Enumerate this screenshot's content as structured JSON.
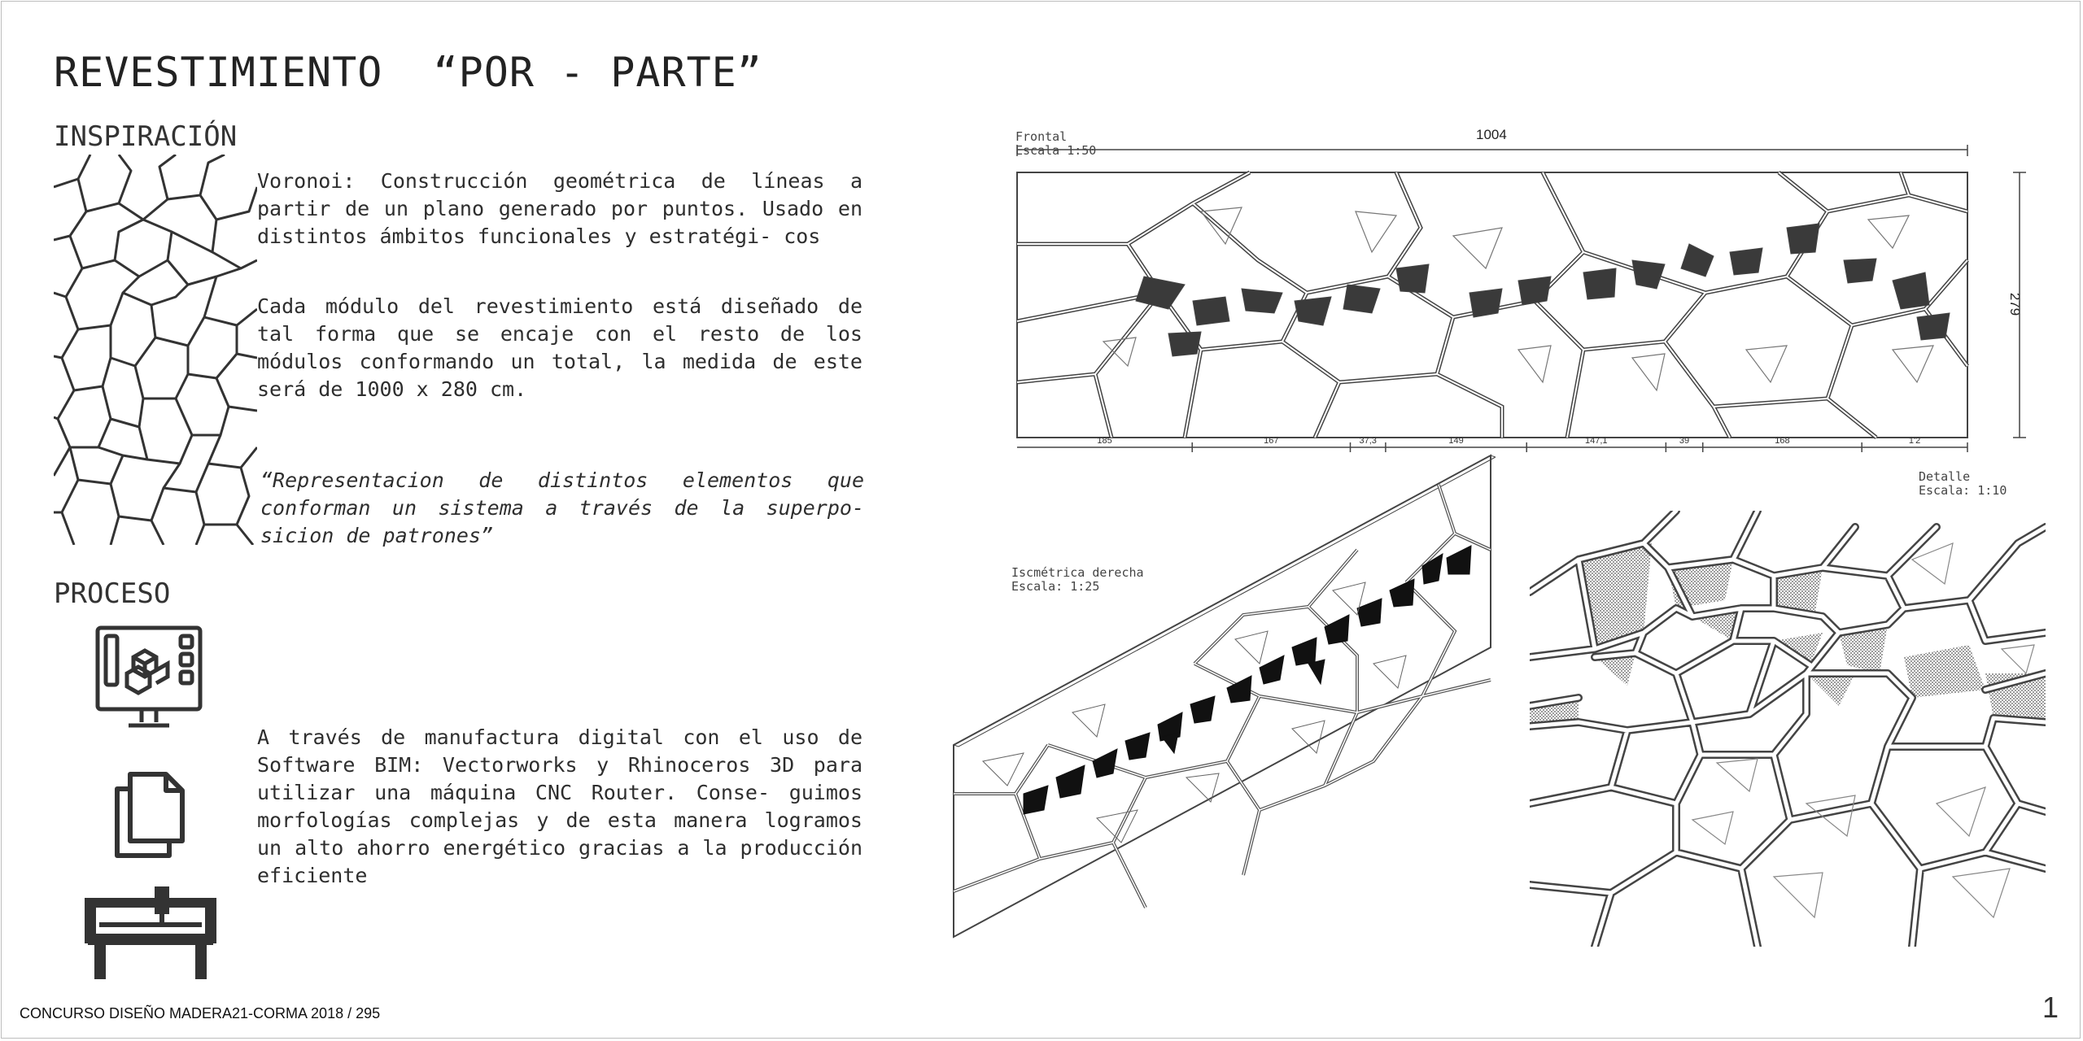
{
  "page": {
    "title": "REVESTIMIENTO  “POR - PARTE”",
    "footer": "CONCURSO  DISEÑO MADERA21-CORMA 2018 / 295",
    "page_number": "1"
  },
  "inspiracion": {
    "heading": "INSPIRACIÓN",
    "paragraph_1": "Voronoi: Construcción geométrica de líneas a partir de un plano generado por puntos. Usado en distintos ámbitos funcionales y estratégi- cos",
    "paragraph_2": "Cada módulo del revestimiento está diseñado de tal forma que se encaje con el resto de los módulos conformando un total, la medida de este será de  1000 x 280 cm.",
    "quote": "“Representacion de distintos elementos que conforman un sistema a través de la superpo- sicion de patrones”"
  },
  "proceso": {
    "heading": "PROCESO",
    "paragraph": "A través de manufactura digital con el uso de Software BIM: Vectorworks y Rhinoceros 3D para utilizar una máquina CNC Router. Conse- guimos morfologías complejas y de esta manera logramos un alto ahorro energético gracias a la producción eficiente",
    "icons": [
      "computer-3d-model-icon",
      "documents-icon",
      "cnc-router-icon"
    ]
  },
  "drawings": {
    "frontal": {
      "label": "Frontal\nEscala 1:50",
      "width_dim": "1004",
      "height_dim": "279",
      "segments": [
        "185",
        "167",
        "37,3",
        "149",
        "147,1",
        "39",
        "168",
        "1'2"
      ]
    },
    "isometric": {
      "label": "Iscmétrica derecha\nEscala: 1:25"
    },
    "detail": {
      "label": "Detalle\nEscala: 1:10"
    }
  }
}
